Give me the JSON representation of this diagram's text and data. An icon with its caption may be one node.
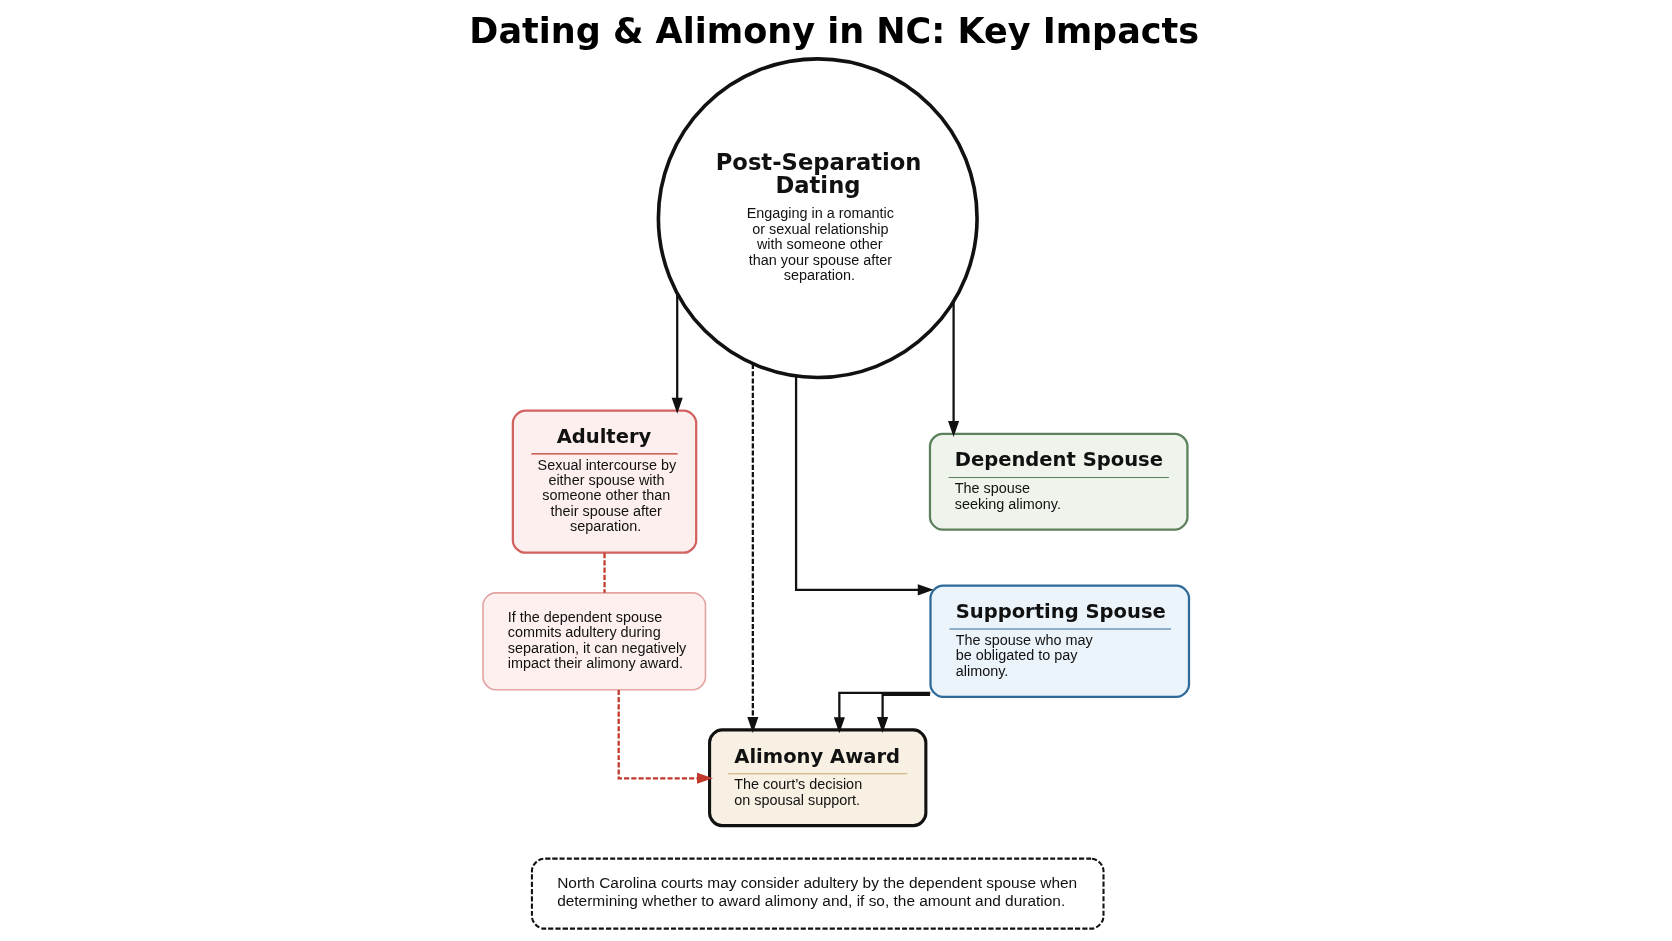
{
  "diagram": {
    "title": "Dating & Alimony in NC: Key Impacts",
    "nodes": [
      {
        "text": [
          "Post-Separation Dating",
          "Engaging in a romantic or sexual relationship with someone other than your spouse after separation."
        ]
      },
      {
        "text": [
          "Adultery",
          "Sexual intercourse by either spouse with someone other than their spouse after separation."
        ]
      },
      {
        "text": [
          "Dependent Spouse",
          "The spouse seeking alimony."
        ]
      },
      {
        "text": [
          "Supporting Spouse",
          "The spouse who may be obligated to pay alimony."
        ]
      },
      {
        "text": [
          "If the dependent spouse commits adultery during separation, it can negatively impact their alimony award."
        ]
      },
      {
        "text": [
          "Alimony Award",
          "The court’s decision on spousal support."
        ]
      },
      {
        "text": [
          "North Carolina courts may consider adultery by the dependent spouse when determining whether to award alimony and, if so, the amount and duration."
        ]
      }
    ],
    "edges": [
      {
        "from": 0,
        "to": 1,
        "arrow": "to"
      },
      {
        "from": 0,
        "to": 5,
        "arrow": "to",
        "style": "dashed"
      },
      {
        "from": 0,
        "to": 2,
        "arrow": "to"
      },
      {
        "from": 0,
        "to": 3,
        "arrow": "to"
      },
      {
        "from": 1,
        "to": 4,
        "arrow": "none",
        "style": "dashed",
        "color": "#c0392b"
      },
      {
        "from": 4,
        "to": 5,
        "arrow": "to",
        "style": "dashed",
        "color": "#c0392b"
      },
      {
        "from": 3,
        "to": 5,
        "arrow": "to"
      },
      {
        "from": 3,
        "to": 5,
        "arrow": "to"
      }
    ]
  }
}
